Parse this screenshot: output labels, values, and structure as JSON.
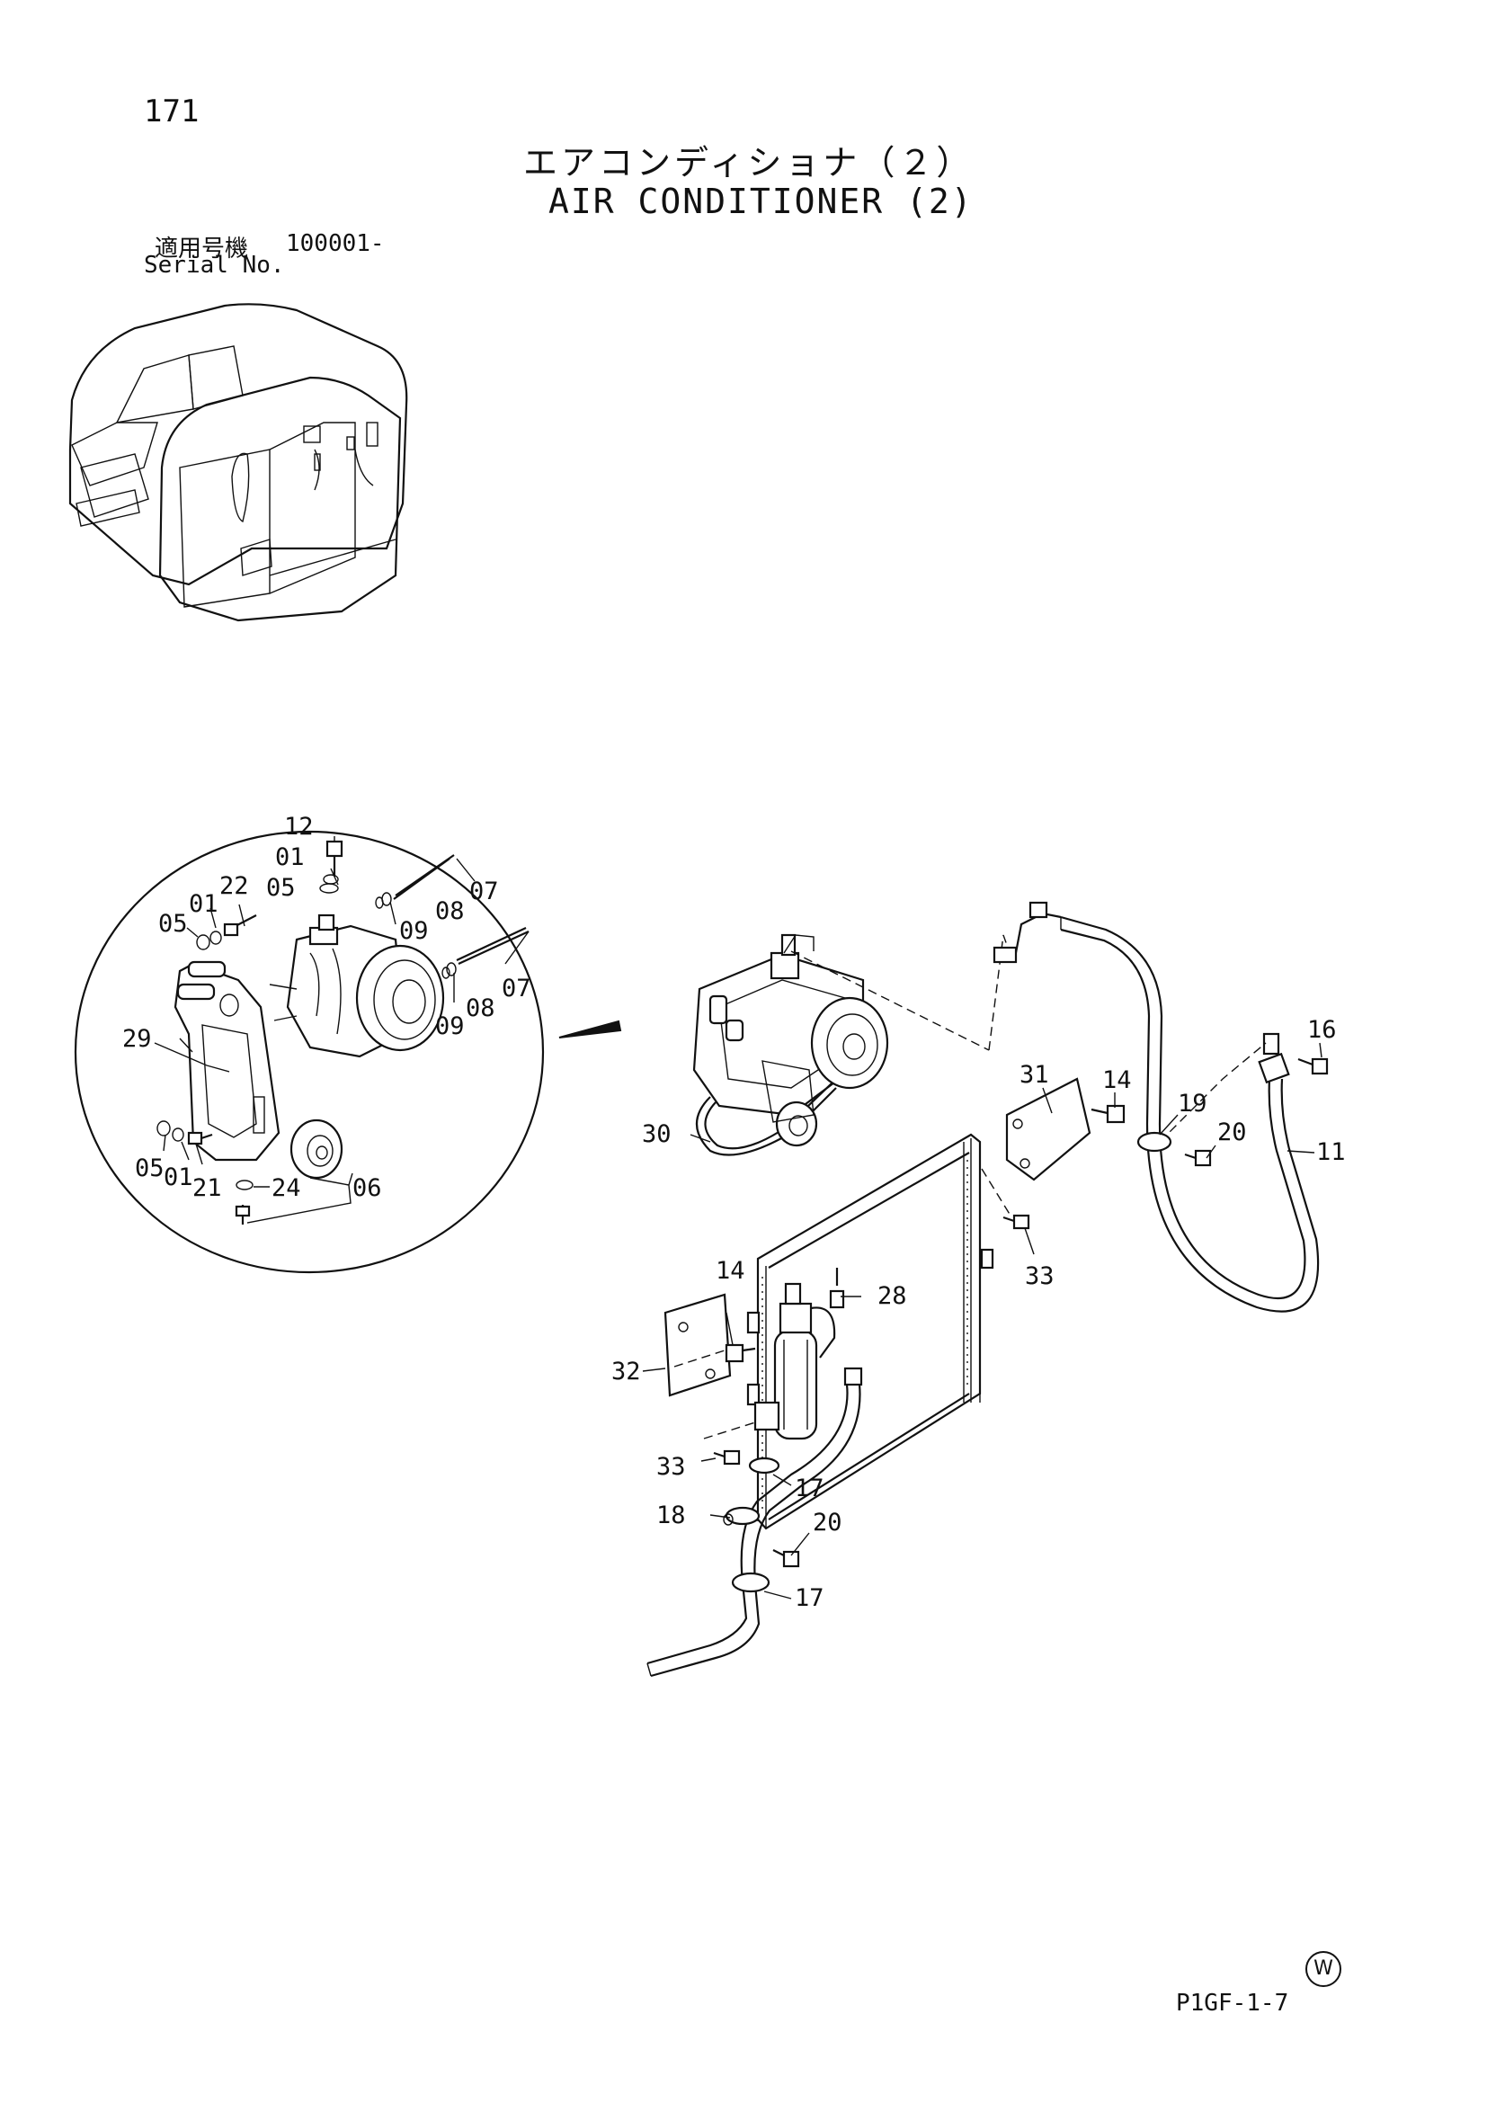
{
  "header": {
    "page_number": "171",
    "title_jp": "エアコンディショナ（２）",
    "title_en": "AIR CONDITIONER (2)",
    "serial_label_jp": "適用号機",
    "serial_value": "100001-",
    "serial_label_en": "Serial No."
  },
  "callouts": {
    "c12": "12",
    "c01a": "01",
    "c05a": "05",
    "c07a": "07",
    "c08a": "08",
    "c09a": "09",
    "c05b": "05",
    "c01b": "01",
    "c22": "22",
    "c07b": "07",
    "c08b": "08",
    "c09b": "09",
    "c29": "29",
    "c05c": "05",
    "c01c": "01",
    "c21": "21",
    "c24": "24",
    "c06": "06",
    "c30": "30",
    "c31": "31",
    "c14a": "14",
    "c16": "16",
    "c19": "19",
    "c20a": "20",
    "c11": "11",
    "c33a": "33",
    "c14b": "14",
    "c28": "28",
    "c32": "32",
    "c33b": "33",
    "c17a": "17",
    "c18": "18",
    "c20b": "20",
    "c17b": "17"
  },
  "footer": {
    "maker_mark": "W",
    "drawing_code": "P1GF-1-7"
  }
}
